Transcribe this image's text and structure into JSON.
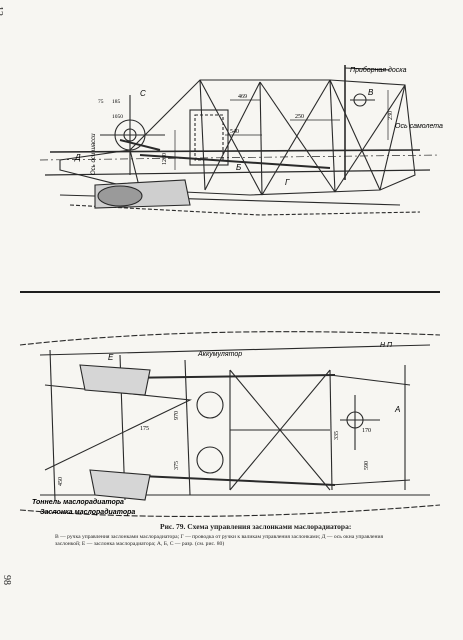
{
  "page_number_top": "12",
  "page_number_side": "98",
  "figure": {
    "caption": "Рис. 79. Схема управления заслонками маслорадиатора:",
    "legend": "В — ручка управления заслонками маслорадиатора; Г — проводка от ручки к валикам управления заслонками; Д — ось окна управления заслонкой; Е — заслонка маслорадиатора; А, Б, С — разр. (см. рис. 80)"
  },
  "top_drawing": {
    "label_panel": "Приборная доска",
    "label_axis_plane": "Ось самолета",
    "label_axis_wheels": "Ось оси шасси",
    "letters": [
      "С",
      "В",
      "Б",
      "Г",
      "Д"
    ],
    "dims": [
      "469",
      "540",
      "250",
      "1230",
      "230",
      "185",
      "75",
      "1050"
    ]
  },
  "bottom_drawing": {
    "label_accumulator": "Аккумулятор",
    "label_np": "Н П",
    "label_tunnel": "Тоннель маслорадиатора",
    "label_flap": "Заслонка маслорадиатора",
    "letters": [
      "Е",
      "А"
    ],
    "dims": [
      "970",
      "335",
      "375",
      "450",
      "590",
      "170",
      "175"
    ]
  }
}
